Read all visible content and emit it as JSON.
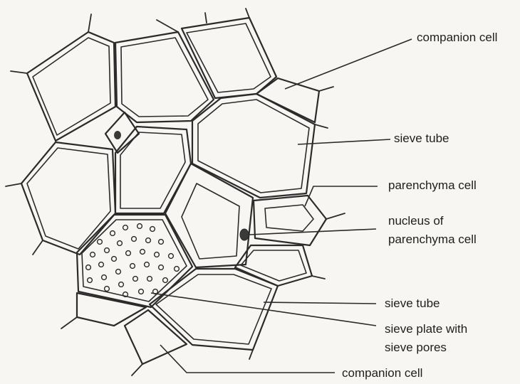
{
  "labels": {
    "companion_cell_top": "companion cell",
    "sieve_tube_upper": "sieve tube",
    "parenchyma_cell": "parenchyma cell",
    "nucleus_line1": "nucleus of",
    "nucleus_line2": "parenchyma cell",
    "sieve_tube_lower": "sieve tube",
    "sieve_plate_line1": "sieve plate with",
    "sieve_plate_line2": "sieve pores",
    "companion_cell_bottom": "companion cell"
  },
  "colors": {
    "ink": "#2b2b2b",
    "paper": "#f7f6f2"
  }
}
